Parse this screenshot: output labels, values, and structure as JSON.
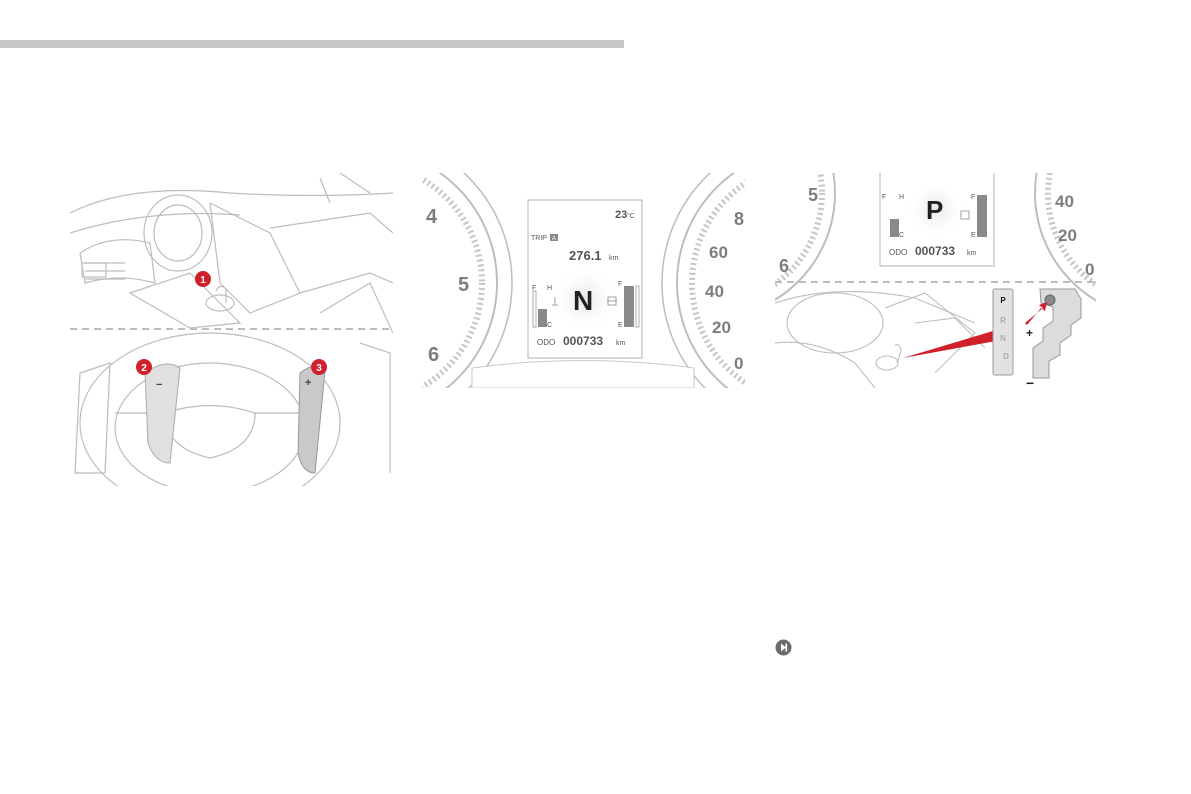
{
  "icons": {
    "next_page": "next-page-icon"
  },
  "figure1": {
    "markers": [
      "1",
      "2",
      "3"
    ],
    "paddle_left": "−",
    "paddle_right": "+"
  },
  "figure2": {
    "temperature": "23",
    "temperature_unit": "°C",
    "trip_label": "TRIP",
    "trip_sub": "A",
    "trip_value": "276.1",
    "trip_unit": "km",
    "gear": "N",
    "gauge_h": "H",
    "gauge_c": "C",
    "gauge_f_left": "F",
    "fuel_f": "F",
    "fuel_e": "E",
    "odo_label": "ODO",
    "odo_value": "000733",
    "odo_unit": "km",
    "dial_left": [
      "4",
      "5",
      "6"
    ],
    "dial_right": [
      "8",
      "60",
      "40",
      "20",
      "0"
    ]
  },
  "figure3": {
    "gear": "P",
    "gauge_h": "H",
    "gauge_c": "C",
    "gauge_f_left": "F",
    "fuel_f": "F",
    "fuel_e": "E",
    "odo_label": "ODO",
    "odo_value": "000733",
    "odo_unit": "km",
    "dial_left": [
      "5",
      "6"
    ],
    "dial_right": [
      "40",
      "20",
      "0"
    ],
    "selector_positions": [
      "P",
      "R",
      "N",
      "D"
    ],
    "plus": "+",
    "minus": "−"
  },
  "colors": {
    "marker_red": "#d0202c",
    "line": "#b9b9b9",
    "topbar": "#c8c8c8"
  }
}
